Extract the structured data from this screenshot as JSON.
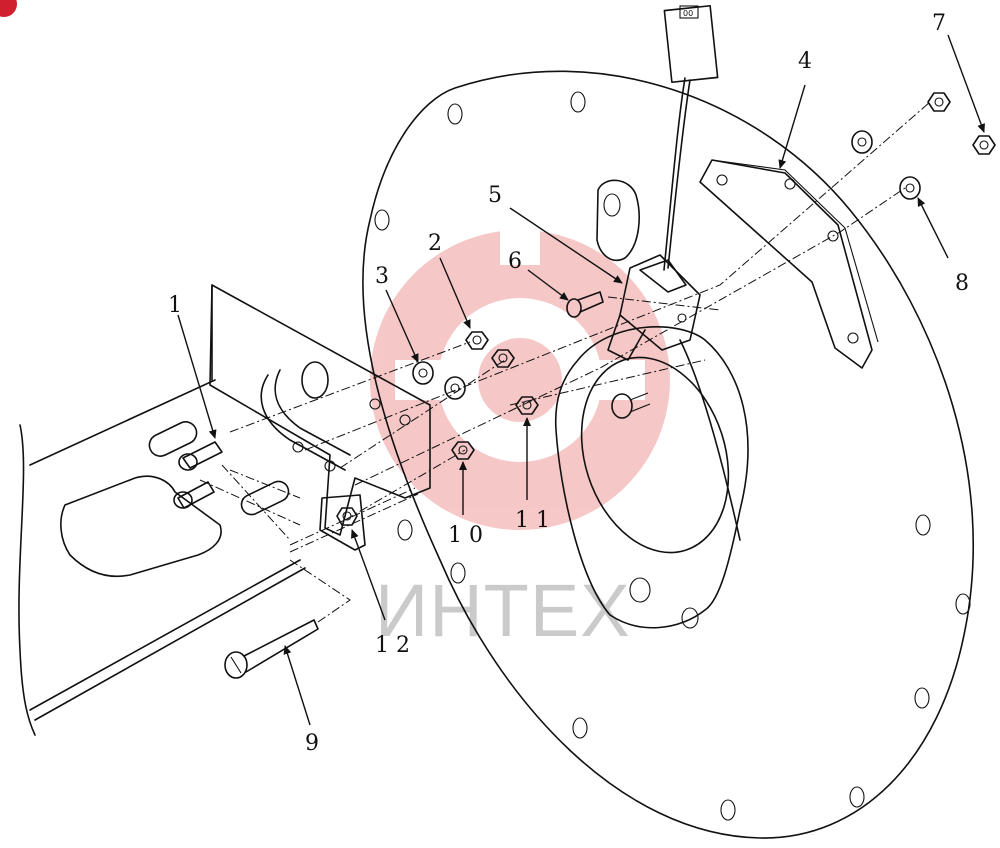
{
  "diagram": {
    "callouts": [
      "1",
      "2",
      "3",
      "4",
      "5",
      "6",
      "7",
      "8",
      "9",
      "1 0",
      "1 1",
      "1 2"
    ]
  },
  "watermark": {
    "text": "ИНТЕХ",
    "color": "#e23b3b",
    "text_color": "#b9b9b9"
  },
  "connector": {
    "label": "00"
  }
}
